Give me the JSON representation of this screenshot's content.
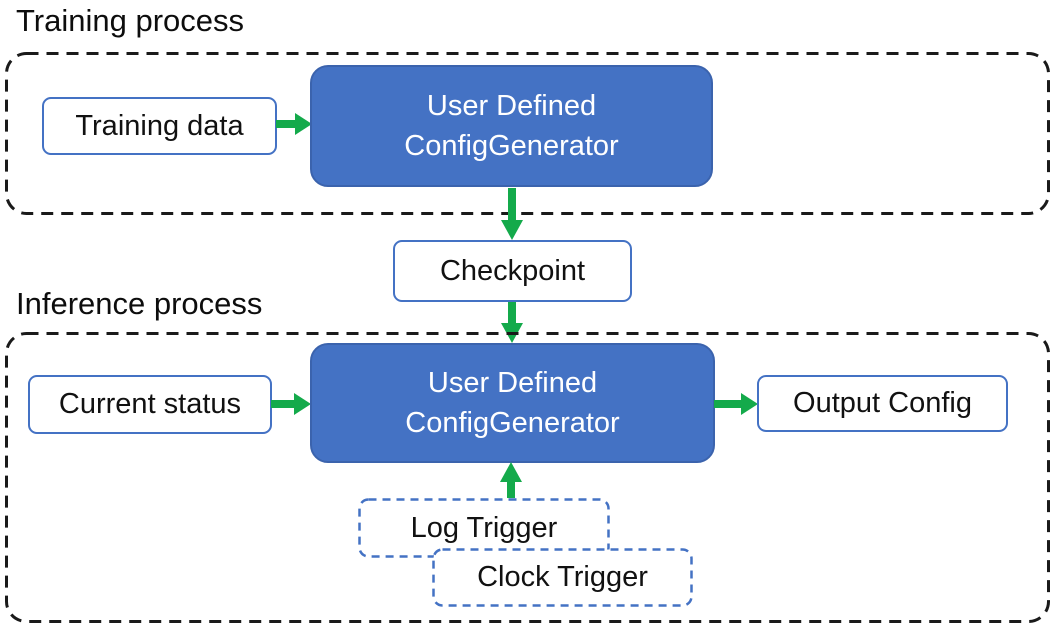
{
  "diagram": {
    "training": {
      "title": "Training process",
      "training_data_label": "Training data",
      "generator": {
        "line1": "User Defined",
        "line2": "ConfigGenerator"
      }
    },
    "checkpoint_label": "Checkpoint",
    "inference": {
      "title": "Inference process",
      "current_status_label": "Current status",
      "generator": {
        "line1": "User Defined",
        "line2": "ConfigGenerator"
      },
      "output_config_label": "Output Config",
      "log_trigger_label": "Log Trigger",
      "clock_trigger_label": "Clock Trigger"
    }
  },
  "arrows": [
    {
      "from": "Training data",
      "to": "User Defined ConfigGenerator (training)",
      "direction": "right"
    },
    {
      "from": "User Defined ConfigGenerator (training)",
      "to": "Checkpoint",
      "direction": "down"
    },
    {
      "from": "Checkpoint",
      "to": "User Defined ConfigGenerator (inference)",
      "direction": "down"
    },
    {
      "from": "Current status",
      "to": "User Defined ConfigGenerator (inference)",
      "direction": "right"
    },
    {
      "from": "User Defined ConfigGenerator (inference)",
      "to": "Output Config",
      "direction": "right"
    },
    {
      "from": "Log Trigger",
      "to": "User Defined ConfigGenerator (inference)",
      "direction": "up"
    }
  ],
  "colors": {
    "box_fill_blue": "#4472C4",
    "box_border_blue": "#3B63AD",
    "outline_blue": "#4472C4",
    "arrow_green": "#14AA4B",
    "dashed_container_black": "#1A1A1A",
    "text_dark": "#111111",
    "text_light": "#FFFFFF"
  }
}
